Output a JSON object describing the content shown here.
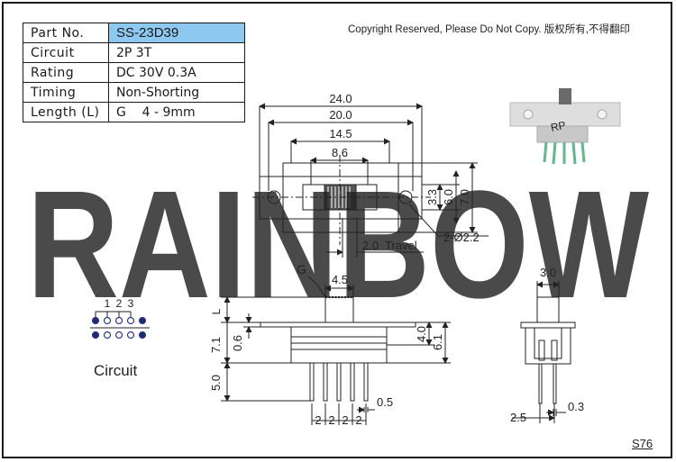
{
  "spec_table": [
    {
      "key": "Part No.",
      "value": "SS-23D39"
    },
    {
      "key": "Circuit",
      "value": "2P 3T"
    },
    {
      "key": "Rating",
      "value": "DC 30V 0.3A"
    },
    {
      "key": "Timing",
      "value": "Non-Shorting"
    },
    {
      "key": "Length (L)",
      "value": "G    4 - 9mm"
    }
  ],
  "copyright": "Copyright Reserved, Please Do Not Copy. 版权所有,不得翻印",
  "watermark": "RAINBOW",
  "circuit_label": "Circuit",
  "pin_numbers": [
    "1",
    "2",
    "3"
  ],
  "top_view": {
    "dim_24": "24.0",
    "dim_20": "20.0",
    "dim_14_5": "14.5",
    "dim_8_6": "8.6",
    "dim_3_3": "3.3",
    "dim_6_0": "6.0",
    "dim_7_0": "7.0",
    "travel": "2.0  Travel",
    "hole": "2-Ø2.2"
  },
  "front_view": {
    "g": "G",
    "dim_4_5": "4.5",
    "l": "L",
    "dim_7_1": "7.1",
    "dim_0_6": "0.6",
    "dim_4_0": "4.0",
    "dim_6_1": "6.1",
    "dim_5_0": "5.0",
    "dim_0_5": "0.5",
    "pitch": [
      "2",
      "2",
      "2",
      "2"
    ]
  },
  "side_view": {
    "dim_3_0": "3.0",
    "dim_2_5": "2.5",
    "dim_0_3": "0.3"
  },
  "drawing_code": "S76",
  "colors": {
    "watermark": "#5fcca8",
    "part_no_bg": "#8cc8f0",
    "line": "#222222"
  }
}
